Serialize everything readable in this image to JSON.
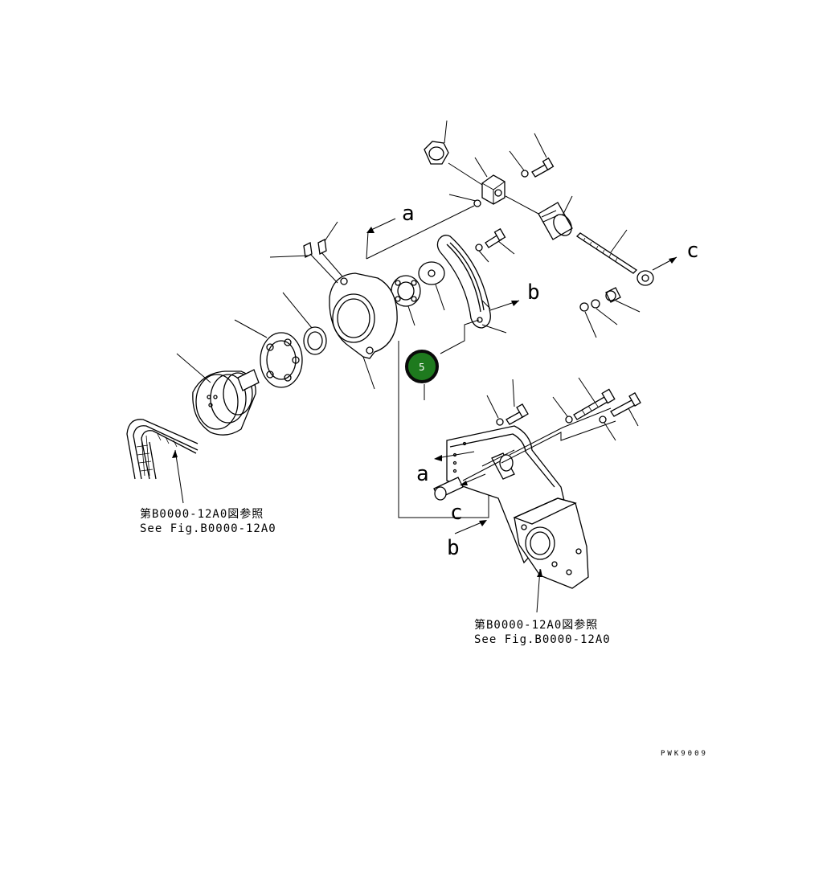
{
  "callouts": {
    "a_upper": "a",
    "b_upper": "b",
    "c_upper": "c",
    "a_lower": "a",
    "b_lower": "b",
    "c_lower": "c"
  },
  "references": {
    "left_jp": "第B0000-12A0図参照",
    "left_en": "See Fig.B0000-12A0",
    "right_jp": "第B0000-12A0図参照",
    "right_en": "See Fig.B0000-12A0"
  },
  "highlight_badge": {
    "label": "5",
    "color": "#1e7a1e"
  },
  "drawing_code": "PWK9009"
}
